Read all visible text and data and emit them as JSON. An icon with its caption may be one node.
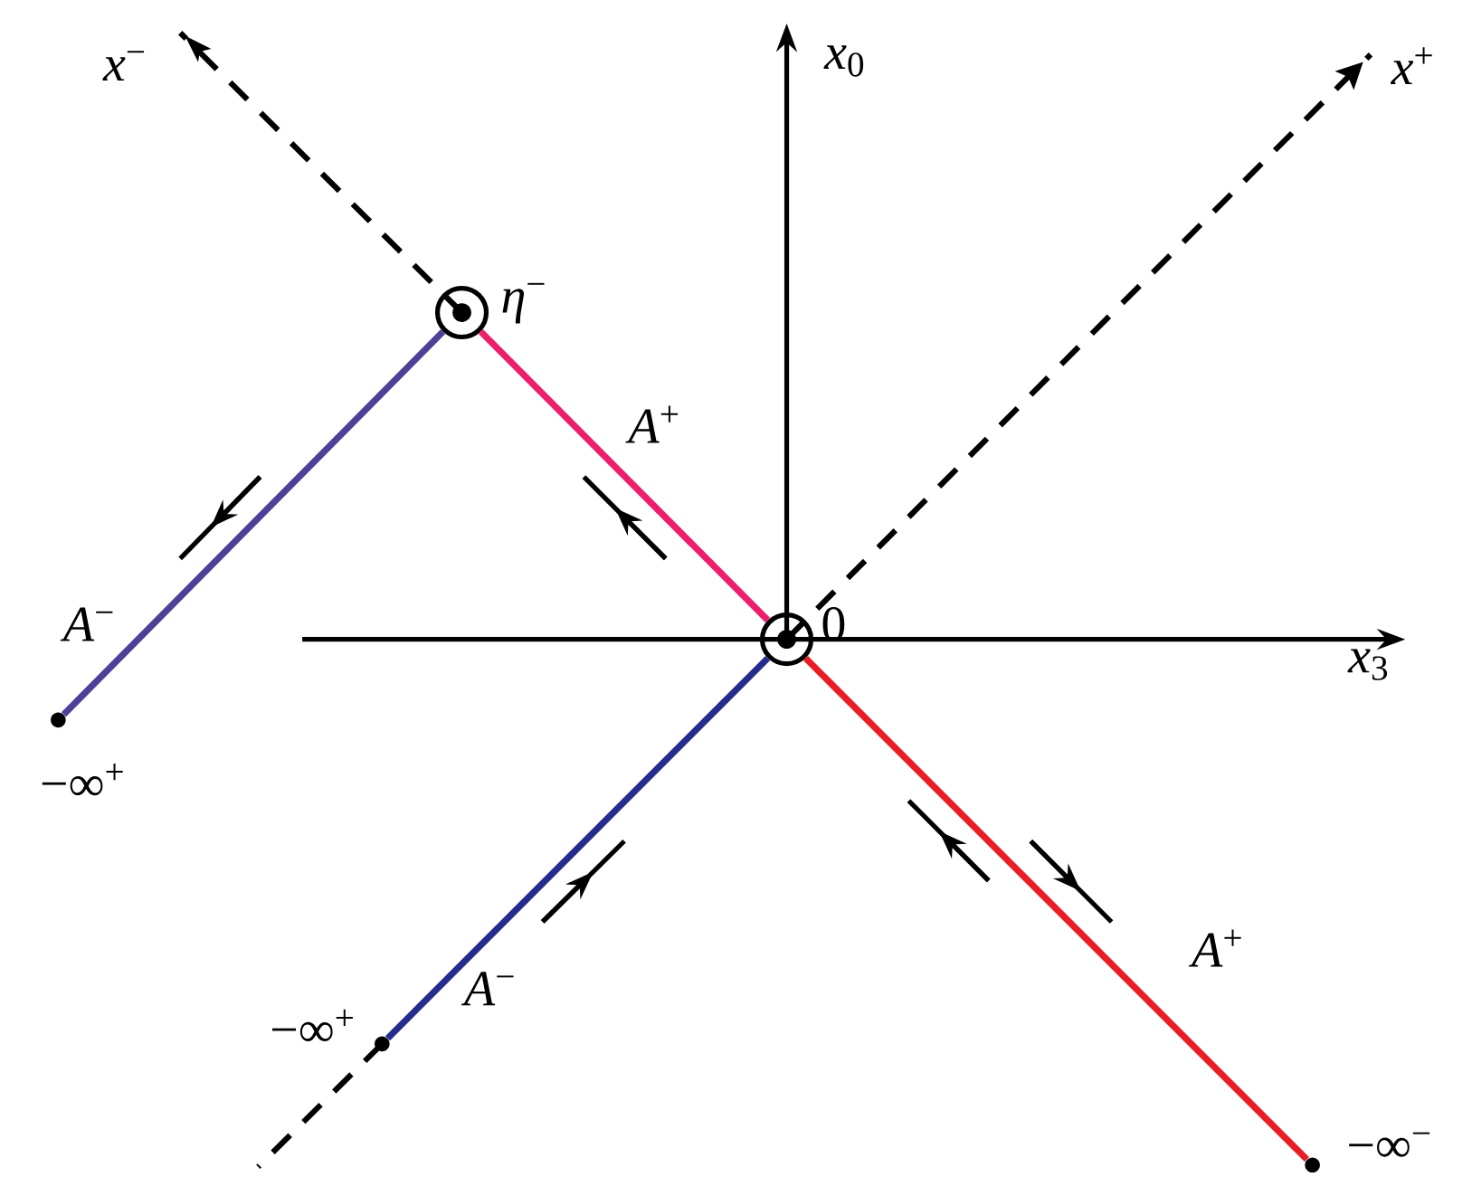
{
  "diagram": {
    "nodes": [
      {
        "text": [],
        "shape": "circle",
        "beside": [
          "0"
        ]
      },
      {
        "text": [],
        "shape": "circle",
        "beside": [
          "*η*$^{−}$"
        ]
      },
      {
        "text": [],
        "shape": "dot",
        "beside": [
          "−∞$^{+}$"
        ]
      },
      {
        "text": [],
        "shape": "dot",
        "beside": [
          "−∞$^{+}$"
        ]
      },
      {
        "text": [],
        "shape": "dot",
        "beside": [
          "−∞$^{−}$"
        ]
      }
    ],
    "edges": [
      {
        "from": 1,
        "to": 2,
        "arrow": "none",
        "label": "*A*$^{−}$",
        "color": "#4f3f97"
      },
      {
        "from": 0,
        "to": 1,
        "arrow": "none",
        "label": "*A*$^{+}$",
        "color": "#ec1f6c"
      },
      {
        "from": 3,
        "to": 0,
        "arrow": "none",
        "label": "*A*$^{−}$",
        "color": "#262c8e"
      },
      {
        "from": 0,
        "to": 4,
        "arrow": "none",
        "label": "*A*$^{+}$",
        "color": "#ea1d25"
      }
    ],
    "labels": [
      "*x*$^{−}$",
      "*x*$_{0}$",
      "*x*$^{+}$",
      "*x*$_{3}$"
    ]
  }
}
